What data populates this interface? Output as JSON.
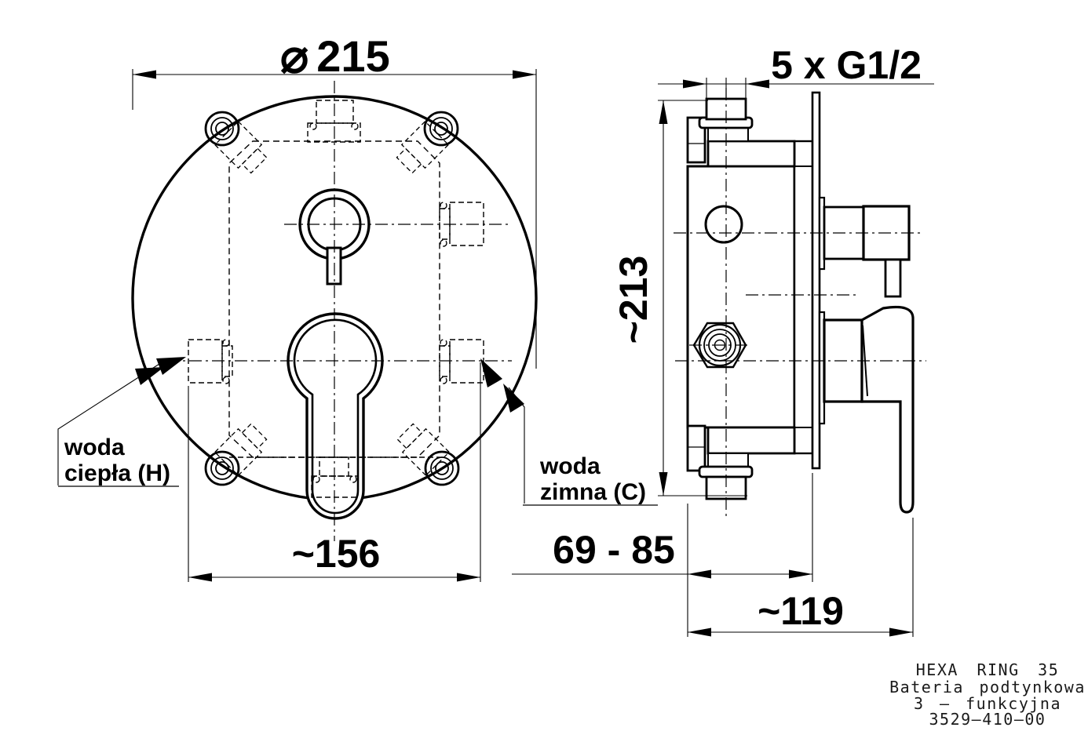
{
  "title_block": {
    "line1": "HEXA RING 35",
    "line2": "Bateria podtynkowa",
    "line3": "3 – funkcyjna",
    "line4": "3529–410–00"
  },
  "dimensions": {
    "front_diameter": {
      "symbol": "⌀",
      "value": "215"
    },
    "front_width": "~156",
    "side_height": "~213",
    "depth_min_max": "69 - 85",
    "depth_total": "~119",
    "connections": "5 x G1/2"
  },
  "labels": {
    "hot_line1": "woda",
    "hot_line2": "ciepła (H)",
    "cold_line1": "woda",
    "cold_line2": "zimna (C)"
  },
  "colors": {
    "line": "#000000",
    "background": "#ffffff"
  }
}
